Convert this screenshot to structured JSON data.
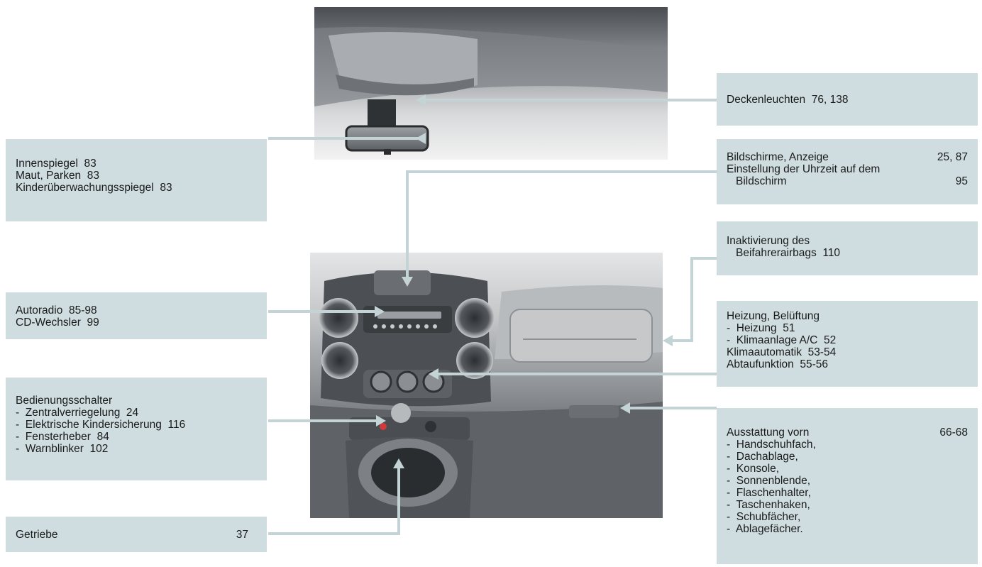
{
  "callouts": {
    "innenspiegel": {
      "lines": [
        "Innenspiegel  83",
        "Maut, Parken  83",
        "Kinderüberwachungsspiegel  83"
      ]
    },
    "autoradio": {
      "lines": [
        "Autoradio  85-98",
        "CD-Wechsler  99"
      ]
    },
    "bedienungsschalter": {
      "title": "Bedienungsschalter",
      "items": [
        "-  Zentralverriegelung  24",
        "-  Elektrische Kindersicherung  116",
        "-  Fensterheber  84",
        "-  Warnblinker  102"
      ]
    },
    "getriebe": {
      "label": "Getriebe",
      "page": "37"
    },
    "deckenleuchten": {
      "label": "Deckenleuchten  76, 138"
    },
    "bildschirme": {
      "label1": "Bildschirme, Anzeige",
      "page1": "25, 87",
      "label2": "Einstellung der Uhrzeit auf dem",
      "label3": "Bildschirm",
      "page3": "95"
    },
    "beifahrerairbag": {
      "line1": "Inaktivierung des",
      "line2": "Beifahrerairbags  110"
    },
    "heizung": {
      "lines": [
        "Heizung, Belüftung",
        "-  Heizung  51",
        "-  Klimaanlage A/C  52",
        "Klimaautomatik  53-54",
        "Abtaufunktion  55-56"
      ]
    },
    "ausstattung": {
      "title": "Ausstattung vorn",
      "page": "66-68",
      "items": [
        "-  Handschuhfach,",
        "-  Dachablage,",
        "-  Konsole,",
        "-  Sonnenblende,",
        "-  Flaschenhalter,",
        "-  Taschenhaken,",
        "-  Schubfächer,",
        "-  Ablagefächer."
      ]
    }
  },
  "colors": {
    "callout_bg": "#cfdde0",
    "leader": "#c3d3d6"
  }
}
